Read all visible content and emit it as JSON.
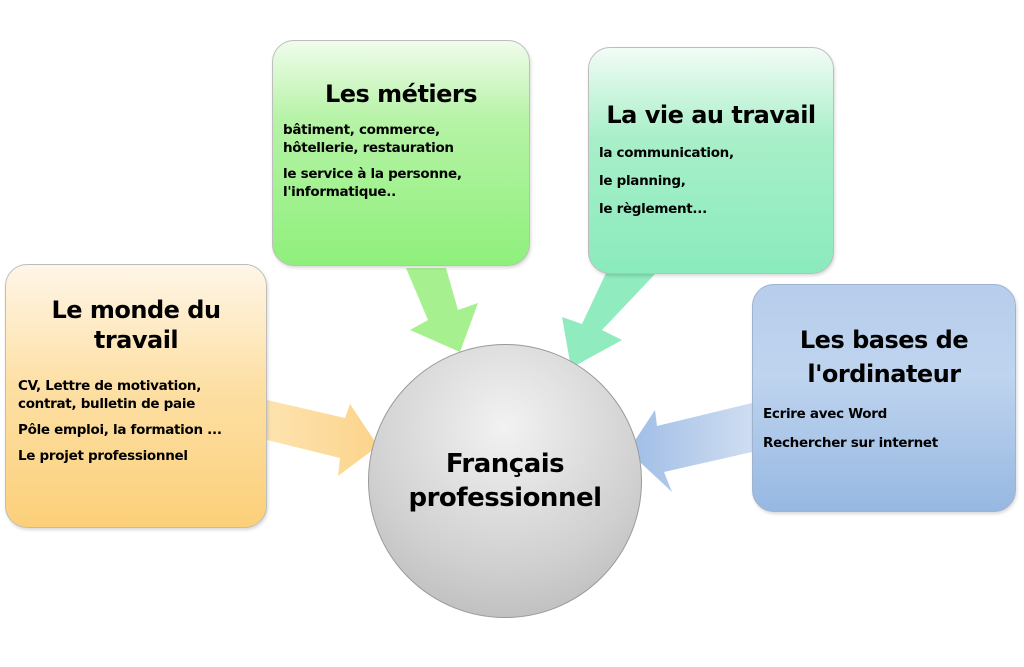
{
  "center": {
    "line1": "Français",
    "line2": "professionnel"
  },
  "boxes": {
    "monde": {
      "title_line1": "Le monde du",
      "title_line2": "travail",
      "items": [
        "CV, Lettre de  motivation,",
        "contrat, bulletin de paie",
        "Pôle emploi, la formation ...",
        "Le projet professionnel"
      ],
      "color": "#fcd07a"
    },
    "metiers": {
      "title": "Les métiers",
      "items": [
        "bâtiment, commerce,",
        "hôtellerie,  restauration",
        "le service à la personne,",
        "l'informatique.."
      ],
      "color": "#8ff07c"
    },
    "vie": {
      "title": "La vie au travail",
      "items": [
        "la communication,",
        "le planning,",
        "le règlement..."
      ],
      "color": "#8aebbd"
    },
    "bases": {
      "title_line1": "Les bases de",
      "title_line2": "l'ordinateur",
      "items": [
        "Ecrire avec Word",
        "Rechercher sur internet"
      ],
      "color": "#96b8e2"
    }
  }
}
